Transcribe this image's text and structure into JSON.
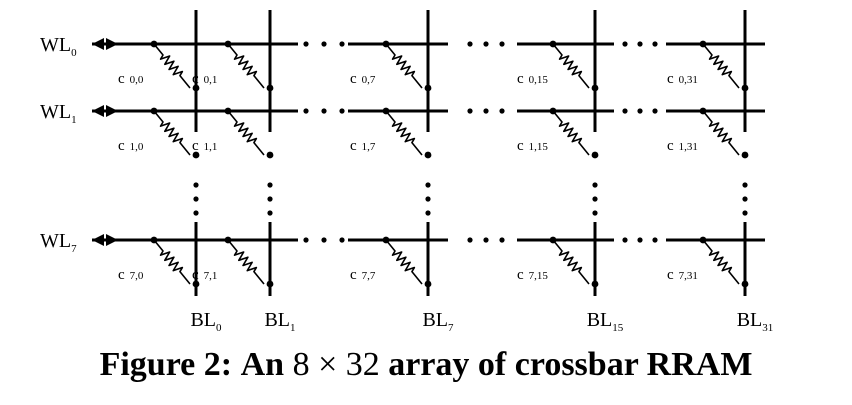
{
  "word_lines": [
    {
      "base": "WL",
      "sub": "0"
    },
    {
      "base": "WL",
      "sub": "1"
    },
    {
      "base": "WL",
      "sub": "7"
    }
  ],
  "bit_lines": [
    {
      "base": "BL",
      "sub": "0"
    },
    {
      "base": "BL",
      "sub": "1"
    },
    {
      "base": "BL",
      "sub": "7"
    },
    {
      "base": "BL",
      "sub": "15"
    },
    {
      "base": "BL",
      "sub": "31"
    }
  ],
  "cells": [
    [
      "c",
      "0,0",
      "0,1",
      "0,7",
      "0,15",
      "0,31"
    ],
    [
      "c",
      "1,0",
      "1,1",
      "1,7",
      "1,15",
      "1,31"
    ],
    [
      "c",
      "7,0",
      "7,1",
      "7,7",
      "7,15",
      "7,31"
    ]
  ],
  "caption": {
    "figure": "Figure 2:",
    "an": "An",
    "math": "8 × 32",
    "rest": "array of crossbar RRAM"
  }
}
